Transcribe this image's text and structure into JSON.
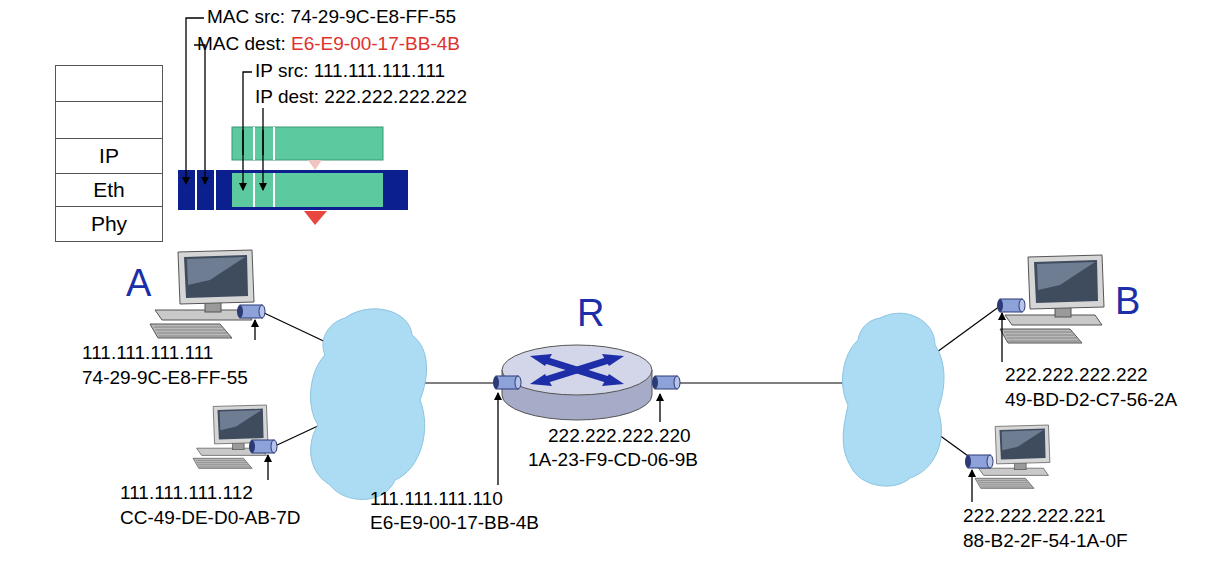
{
  "diagram": {
    "nodes": [
      {
        "text": [
          "IP",
          "Eth",
          "Phy"
        ]
      }
    ],
    "labels": [
      "MAC src: 74-29-9C-E8-FF-55",
      "MAC dest:",
      "E6-E9-00-17-BB-4B",
      "IP src: 111.111.111.111",
      "IP dest: 222.222.222.222",
      "A",
      "111.111.111.111",
      "74-29-9C-E8-FF-55",
      "111.111.111.112",
      "CC-49-DE-D0-AB-7D",
      "R",
      "222.222.222.220",
      "1A-23-F9-CD-06-9B",
      "111.111.111.110",
      "E6-E9-00-17-BB-4B",
      "B",
      "222.222.222.222",
      "49-BD-D2-C7-56-2A",
      "222.222.222.221",
      "88-B2-2F-54-1A-0F"
    ]
  }
}
